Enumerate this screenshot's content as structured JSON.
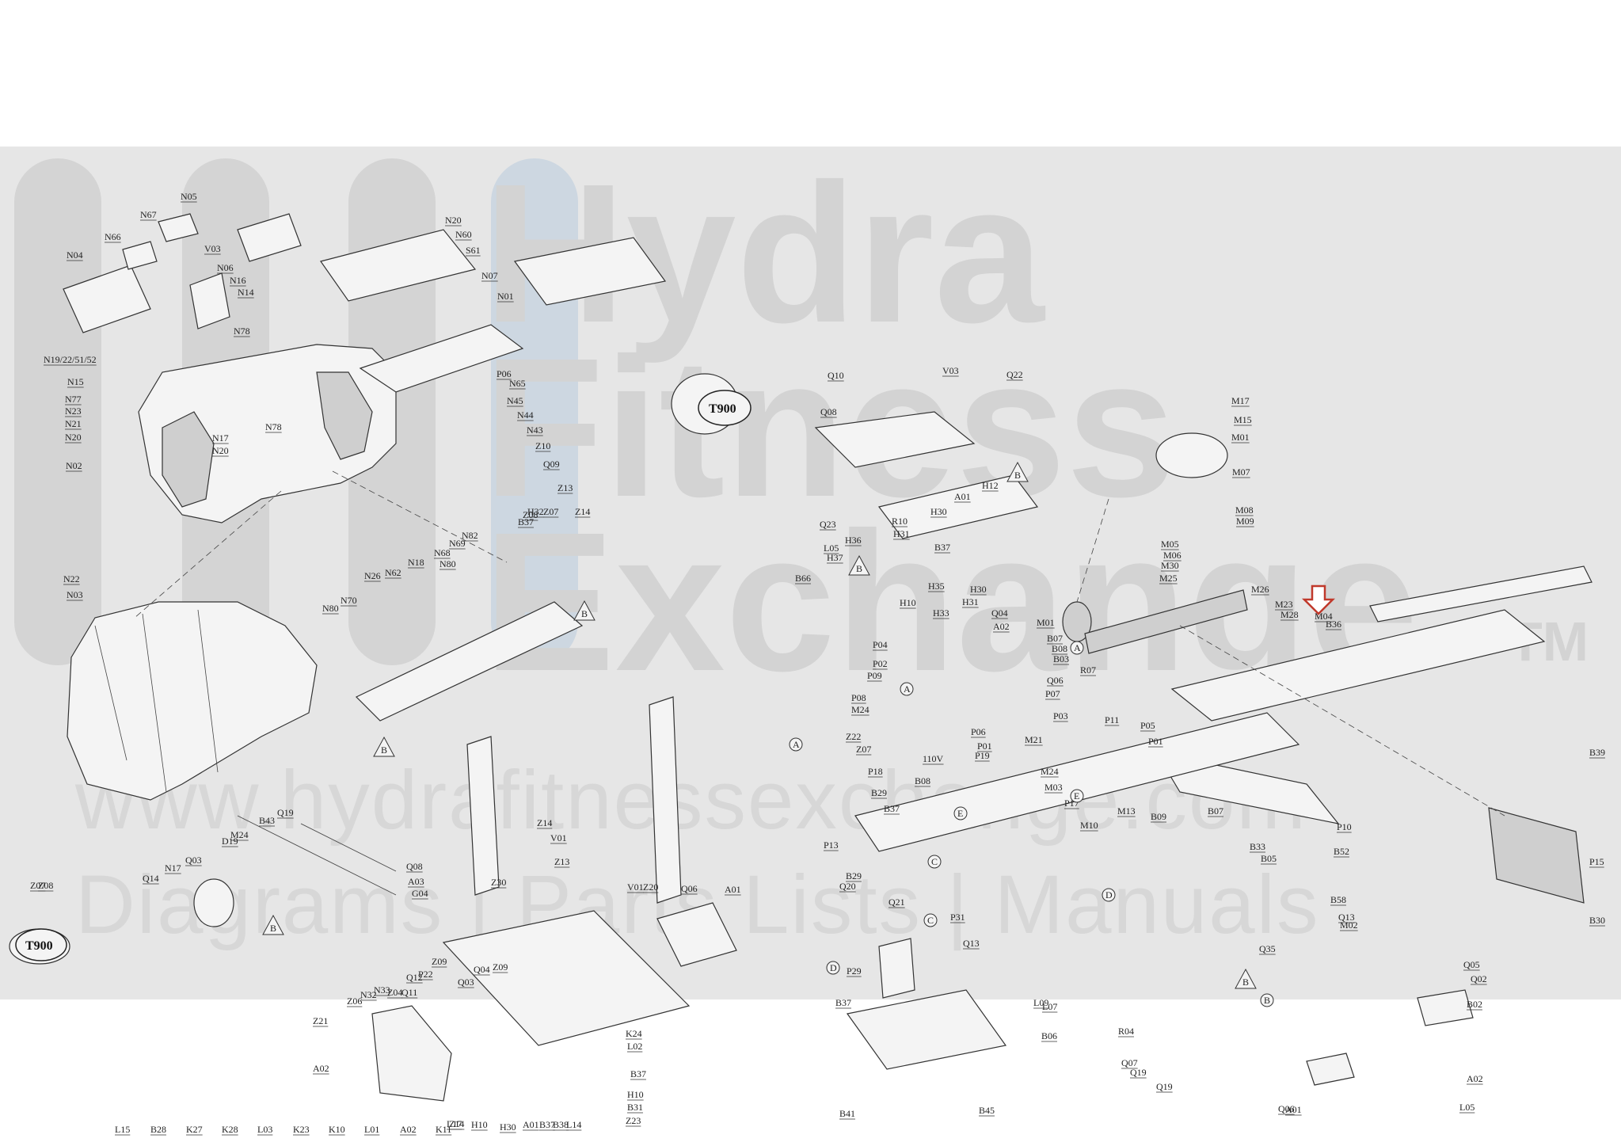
{
  "watermark": {
    "line1": "Hydra",
    "line2": "Fitness",
    "line3": "Exchange",
    "tm": "TM",
    "url": "www.hydrafitnessexchange.com",
    "tagline": "Diagrams | Parts Lists | Manuals"
  },
  "logo_badge_text": "T900",
  "labels": [
    "N05",
    "N67",
    "N66",
    "V03",
    "N04",
    "N06",
    "N16",
    "N14",
    "N78",
    "N19/22/51/52",
    "N15",
    "N77",
    "N23",
    "N21",
    "N20",
    "N02",
    "N17",
    "N20",
    "N78",
    "N20",
    "N60",
    "S61",
    "N07",
    "N01",
    "P06",
    "N65",
    "N45",
    "N44",
    "N43",
    "Z10",
    "Q09",
    "Z13",
    "Z14",
    "Z07",
    "Z08",
    "N69",
    "N82",
    "N68",
    "N80",
    "N18",
    "N26",
    "N62",
    "N70",
    "N80",
    "N22",
    "N03",
    "N17",
    "Q10",
    "V03",
    "Q22",
    "Q08",
    "Q23",
    "M17",
    "M15",
    "M01",
    "M07",
    "M08",
    "M09",
    "M05",
    "M06",
    "M30",
    "M25",
    "M01",
    "M04",
    "M26",
    "M23",
    "M28",
    "B36",
    "B07",
    "B08",
    "B03",
    "R07",
    "R10",
    "H31",
    "H30",
    "A01",
    "H12",
    "H37",
    "B66",
    "H36",
    "L05",
    "B37",
    "H35",
    "H10",
    "H31",
    "H33",
    "H30",
    "Q04",
    "A02",
    "Q06",
    "P07",
    "P03",
    "P11",
    "P05",
    "P01",
    "P04",
    "P02",
    "P13",
    "P09",
    "P08",
    "M24",
    "Z22",
    "Z07",
    "110V",
    "P06",
    "P01",
    "P19",
    "P18",
    "B08",
    "M21",
    "M24",
    "M03",
    "P17",
    "M10",
    "M13",
    "B09",
    "B07",
    "B33",
    "B05",
    "B29",
    "B37",
    "B29",
    "Q20",
    "Q21",
    "P31",
    "Q13",
    "P29",
    "B39",
    "P10",
    "B52",
    "P15",
    "B30",
    "B58",
    "Q13",
    "M02",
    "Q35",
    "Q05",
    "Q02",
    "B02",
    "A02",
    "A01",
    "L05",
    "L09",
    "L07",
    "B06",
    "R04",
    "Q07",
    "Q19",
    "Q19",
    "Q06",
    "B41",
    "B45",
    "B37",
    "H32",
    "B37",
    "B43",
    "Q19",
    "Q03",
    "Q14",
    "D19",
    "M24",
    "Z07",
    "Z08",
    "A03",
    "G04",
    "Q08",
    "Z30",
    "Z13",
    "Z14",
    "V01",
    "V01",
    "Z20",
    "Q06",
    "A01",
    "Z21",
    "Z06",
    "A02",
    "N32",
    "N33",
    "Z04",
    "Q11",
    "Q12",
    "P22",
    "Z09",
    "Q03",
    "Q04",
    "Z09",
    "K24",
    "L02",
    "B37",
    "H10",
    "B31",
    "Z23",
    "Z14",
    "H10",
    "H30",
    "A01",
    "B37",
    "B38",
    "L14",
    "L17",
    "L15",
    "B28",
    "K27",
    "K28",
    "L03",
    "K23",
    "K10",
    "L01",
    "A02",
    "K11"
  ],
  "callout_markers": [
    "B",
    "B",
    "B",
    "B",
    "B",
    "A",
    "A",
    "A",
    "C",
    "D",
    "E",
    "E",
    "B",
    "D",
    "B",
    "C"
  ]
}
